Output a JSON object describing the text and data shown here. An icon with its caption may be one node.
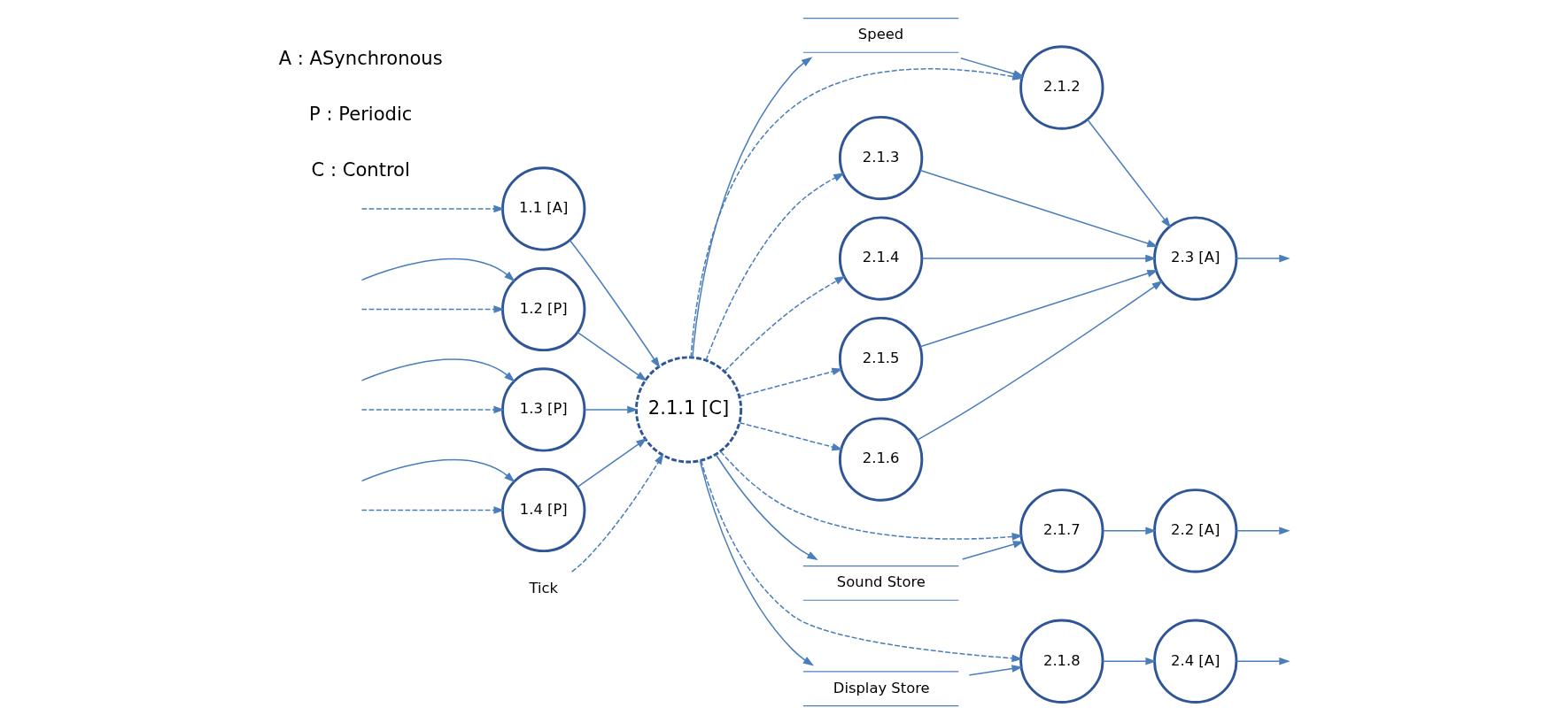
{
  "diagram": {
    "nodes": [
      {
        "text": [
          "1.1 [A]"
        ]
      },
      {
        "text": [
          "1.2 [P]"
        ]
      },
      {
        "text": [
          "1.3 [P]"
        ]
      },
      {
        "text": [
          "1.4 [P]"
        ]
      },
      {
        "text": [
          "Speed"
        ]
      },
      {
        "text": [
          "Tick"
        ]
      },
      {
        "text": [
          "2.1.1 [C]"
        ]
      },
      {
        "text": [
          "2.1.2"
        ]
      },
      {
        "text": [
          "2.1.3"
        ]
      },
      {
        "text": [
          "2.3 [A]"
        ]
      },
      {
        "text": [
          "2.1.4"
        ]
      },
      {
        "text": [
          "2.1.5"
        ]
      },
      {
        "text": [
          "2.1.6"
        ]
      },
      {
        "text": [
          "Sound Store"
        ]
      },
      {
        "text": [
          "2.1.7"
        ]
      },
      {
        "text": [
          "2.2 [A]"
        ]
      },
      {
        "text": [
          "Display Store"
        ]
      },
      {
        "text": [
          "2.1.8"
        ]
      },
      {
        "text": [
          "2.4 [A]"
        ]
      }
    ],
    "edges": [
      {
        "from": null,
        "to": 0,
        "arrow": "to",
        "style": "dashed"
      },
      {
        "from": null,
        "to": 1,
        "arrow": "to"
      },
      {
        "from": null,
        "to": 1,
        "arrow": "to",
        "style": "dashed"
      },
      {
        "from": null,
        "to": 2,
        "arrow": "to"
      },
      {
        "from": null,
        "to": 2,
        "arrow": "to",
        "style": "dashed"
      },
      {
        "from": null,
        "to": 3,
        "arrow": "to"
      },
      {
        "from": null,
        "to": 3,
        "arrow": "to",
        "style": "dashed"
      },
      {
        "from": 0,
        "to": 6,
        "arrow": "to"
      },
      {
        "from": 1,
        "to": 6,
        "arrow": "to"
      },
      {
        "from": 2,
        "to": 6,
        "arrow": "to"
      },
      {
        "from": 3,
        "to": 6,
        "arrow": "to"
      },
      {
        "from": 6,
        "to": 4,
        "arrow": "to"
      },
      {
        "from": 4,
        "to": 7,
        "arrow": "to"
      },
      {
        "from": 5,
        "to": 6,
        "arrow": "to",
        "style": "dashed"
      },
      {
        "from": 6,
        "to": 7,
        "arrow": "to",
        "style": "dashed"
      },
      {
        "from": 6,
        "to": 8,
        "arrow": "to",
        "style": "dashed"
      },
      {
        "from": 6,
        "to": 10,
        "arrow": "to",
        "style": "dashed"
      },
      {
        "from": 6,
        "to": 11,
        "arrow": "to",
        "style": "dashed"
      },
      {
        "from": 6,
        "to": 12,
        "arrow": "to",
        "style": "dashed"
      },
      {
        "from": 6,
        "to": 14,
        "arrow": "to",
        "style": "dashed"
      },
      {
        "from": 6,
        "to": 17,
        "arrow": "to",
        "style": "dashed"
      },
      {
        "from": 6,
        "to": 13,
        "arrow": "to"
      },
      {
        "from": 6,
        "to": 16,
        "arrow": "to"
      },
      {
        "from": 13,
        "to": 14,
        "arrow": "to"
      },
      {
        "from": 16,
        "to": 17,
        "arrow": "to"
      },
      {
        "from": 7,
        "to": 9,
        "arrow": "to"
      },
      {
        "from": 8,
        "to": 9,
        "arrow": "to"
      },
      {
        "from": 10,
        "to": 9,
        "arrow": "to"
      },
      {
        "from": 11,
        "to": 9,
        "arrow": "to"
      },
      {
        "from": 12,
        "to": 9,
        "arrow": "to"
      },
      {
        "from": 9,
        "to": null,
        "arrow": "to"
      },
      {
        "from": 14,
        "to": 15,
        "arrow": "to"
      },
      {
        "from": 15,
        "to": null,
        "arrow": "to"
      },
      {
        "from": 17,
        "to": 18,
        "arrow": "to"
      },
      {
        "from": 18,
        "to": null,
        "arrow": "to"
      }
    ],
    "labels": [
      "A : ASynchronous",
      "P : Periodic",
      "C : Control"
    ]
  }
}
